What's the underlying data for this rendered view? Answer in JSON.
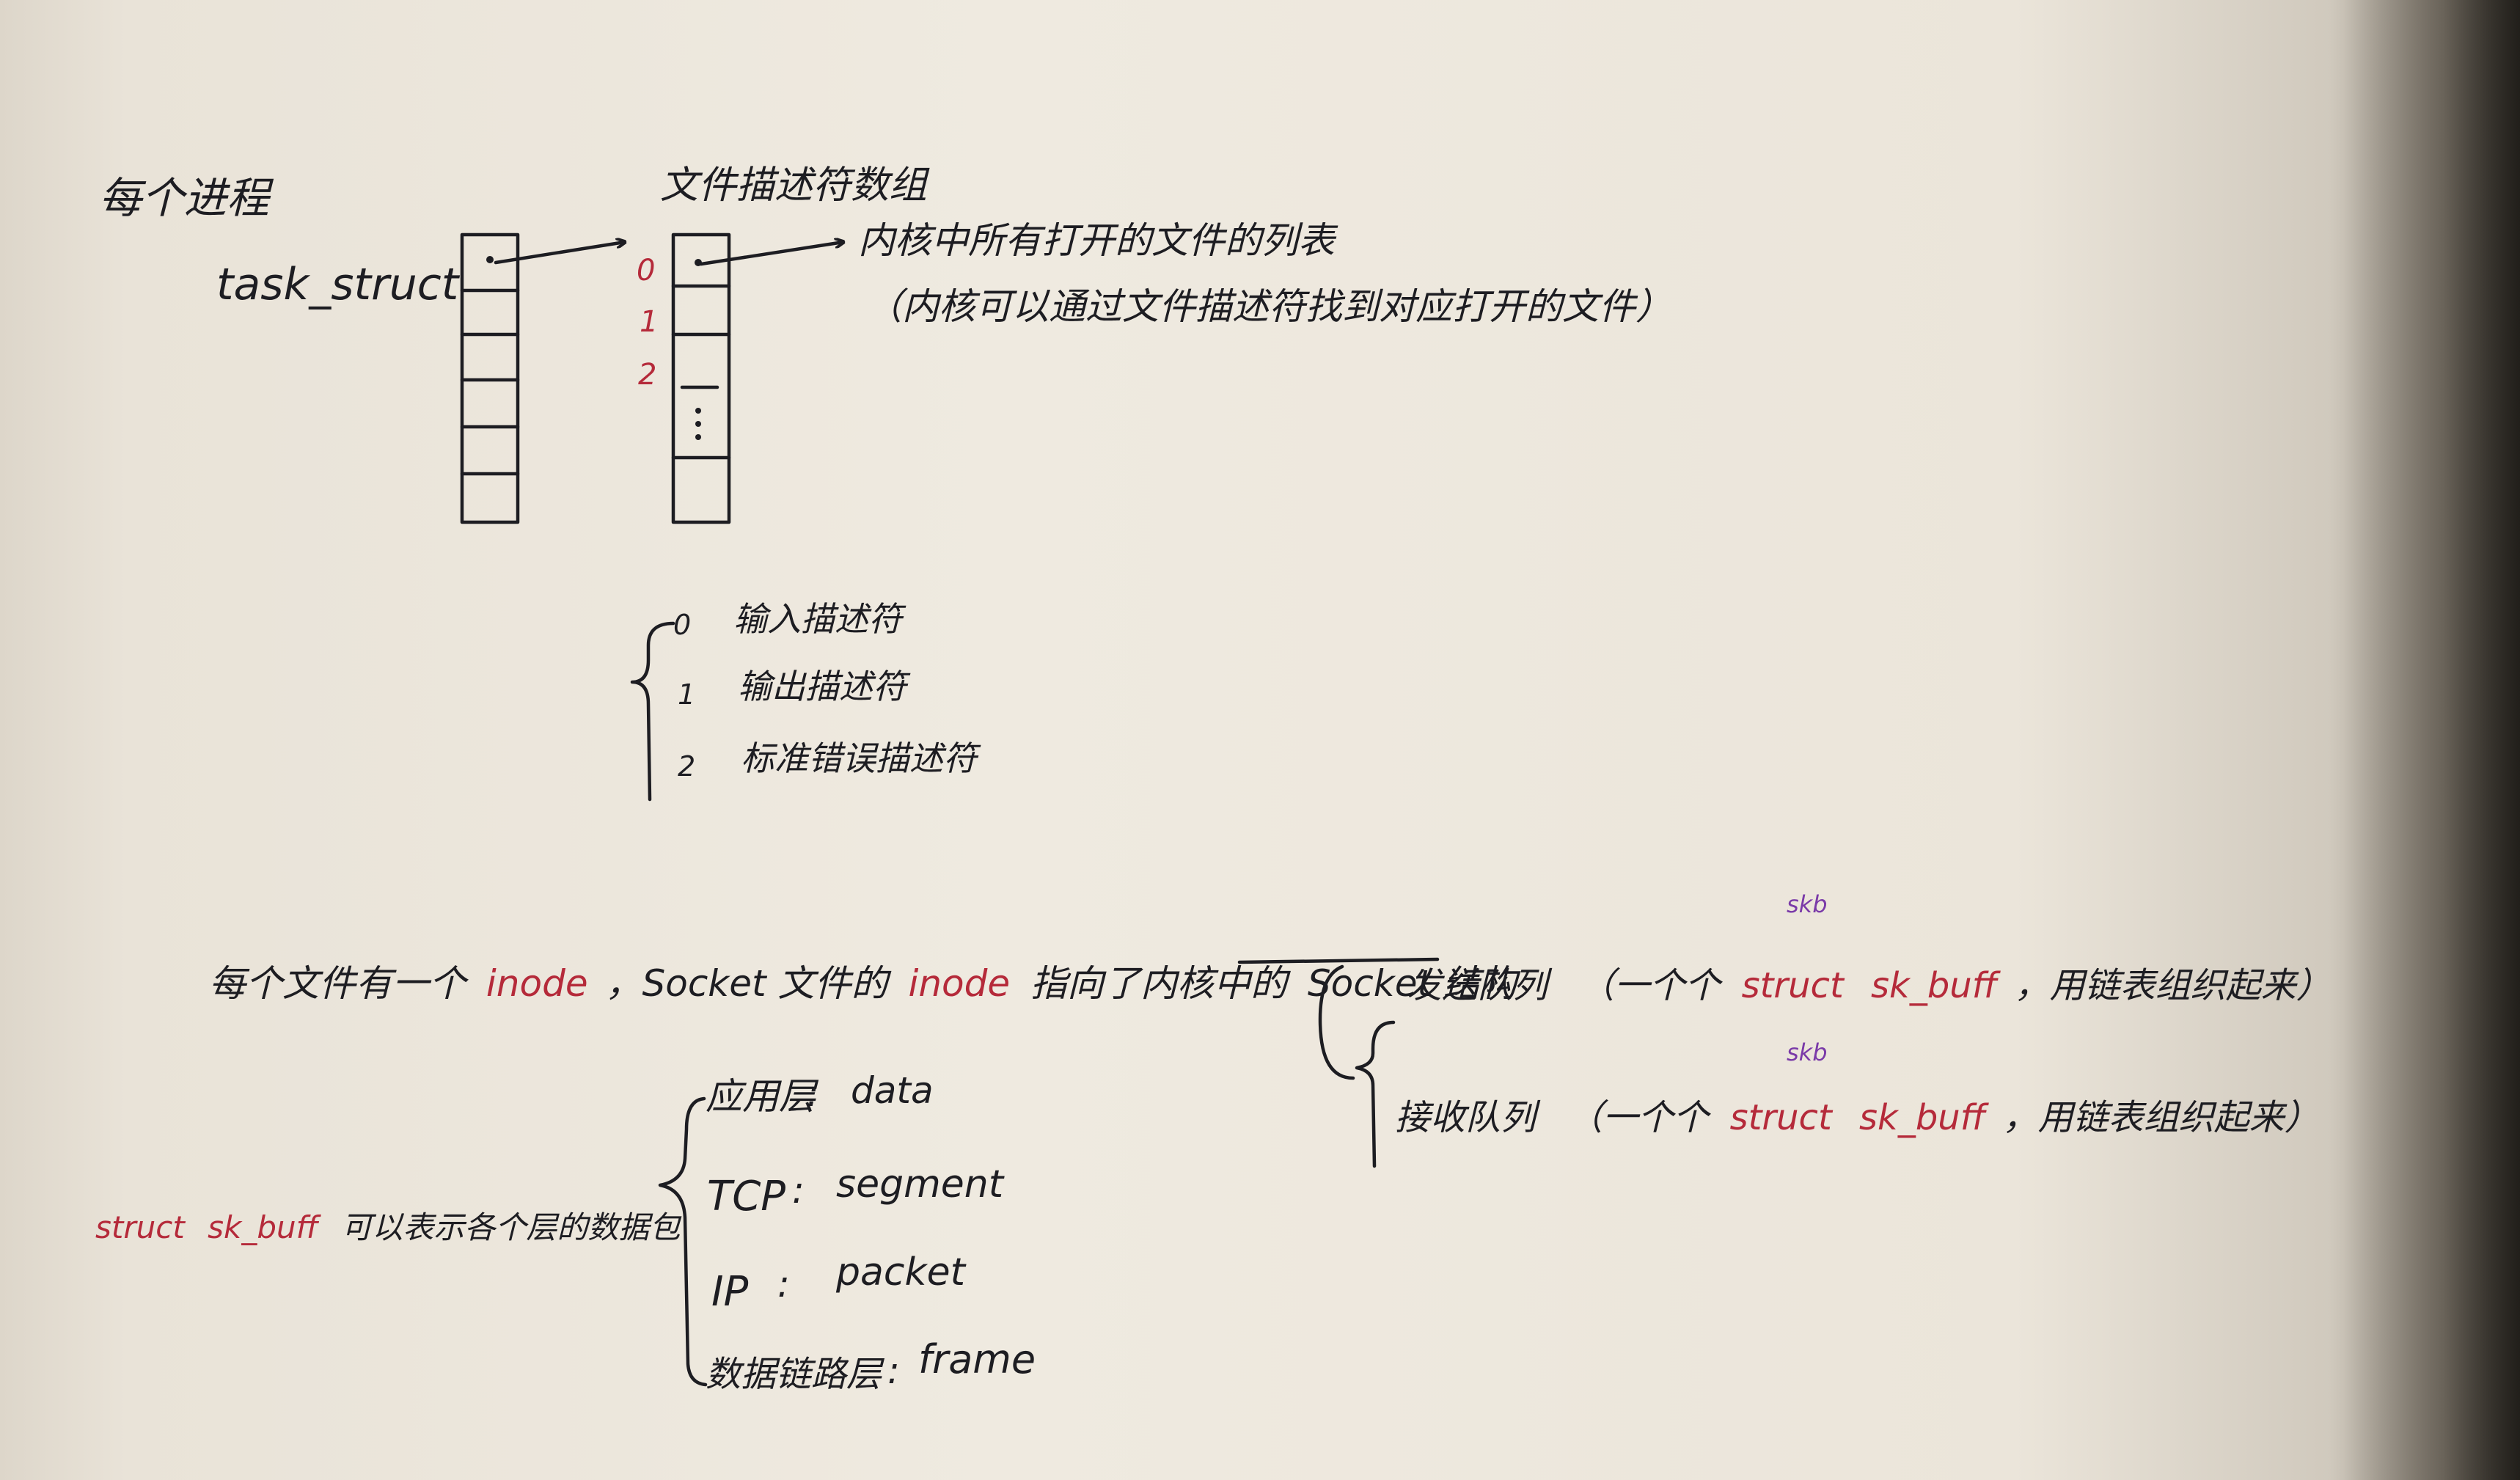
{
  "process": {
    "title": "每个进程",
    "task_struct_label": "task_struct"
  },
  "fd_array": {
    "title": "文件描述符数组",
    "indices": [
      "0",
      "1",
      "2"
    ],
    "pointer_note_line1": "内核中所有打开的文件的列表",
    "pointer_note_line2": "（内核可以通过文件描述符找到对应打开的文件）"
  },
  "standard_fds": [
    {
      "num": "0",
      "label": "输入描述符"
    },
    {
      "num": "1",
      "label": "输出描述符"
    },
    {
      "num": "2",
      "label": "标准错误描述符"
    }
  ],
  "inode_sentence": {
    "part1": "每个文件有一个",
    "inode1": "inode",
    "part2": "，Socket 文件的",
    "inode2": "inode",
    "part3": "指向了内核中的",
    "socket_struct": "Socket 结构"
  },
  "queues": [
    {
      "skb": "skb",
      "label": "发送队列",
      "text_pre": "（一个个",
      "struct_kw": "struct",
      "type_kw": "sk_buff",
      "text_post": "，用链表组织起来）"
    },
    {
      "skb": "skb",
      "label": "接收队列",
      "text_pre": "（一个个",
      "struct_kw": "struct",
      "type_kw": "sk_buff",
      "text_post": "，用链表组织起来）"
    }
  ],
  "skbuff": {
    "struct_kw": "struct",
    "type_kw": "sk_buff",
    "desc": "可以表示各个层的数据包",
    "layers": [
      {
        "layer": "应用层",
        "unit": "data"
      },
      {
        "layer": "TCP",
        "unit": "segment"
      },
      {
        "layer": "IP",
        "unit": "packet"
      },
      {
        "layer": "数据链路层",
        "unit": "frame"
      }
    ]
  },
  "colors": {
    "ink": "#1d1d22",
    "red": "#b52a3a",
    "purple": "#7a3aa8",
    "paper": "#ece6db"
  }
}
